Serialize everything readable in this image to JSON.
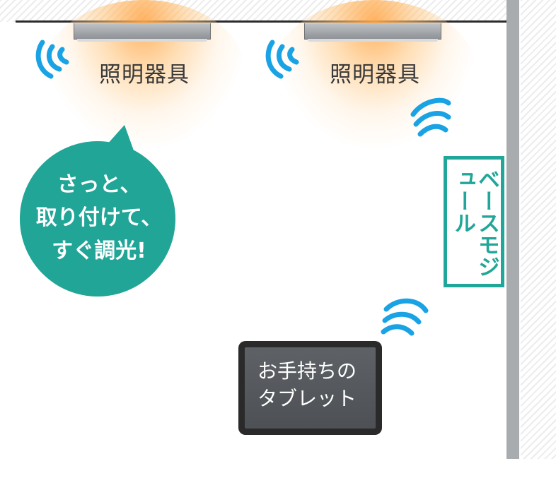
{
  "fixtures": [
    {
      "label": "照明器具"
    },
    {
      "label": "照明器具"
    }
  ],
  "speech_bubble": {
    "lines": [
      "さっと、",
      "取り付けて、",
      "すぐ調光!"
    ]
  },
  "base_module": {
    "label": "ベースモジュール"
  },
  "tablet": {
    "lines": [
      "お手持ちの",
      "タブレット"
    ]
  },
  "colors": {
    "accent_teal": "#22a699",
    "bubble_fill": "#20a597",
    "wave_blue": "#1aa3e4",
    "light_glow": "#ffaa50",
    "tablet_body": "#2a2a2a",
    "tablet_screen": "#55595d"
  },
  "icons": [
    "wireless-signal-icon"
  ]
}
